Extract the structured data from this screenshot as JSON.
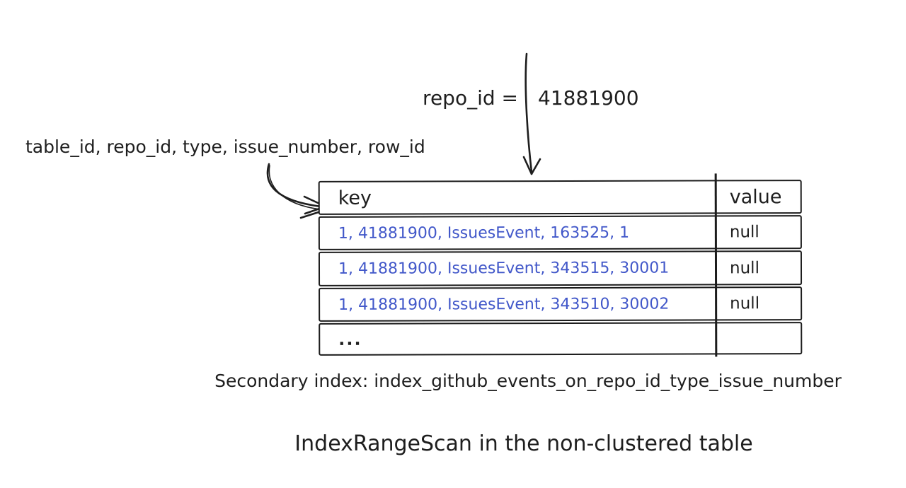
{
  "diagram": {
    "filter": {
      "lhs": "repo_id =",
      "value": "41881900"
    },
    "key_columns_label": "table_id, repo_id, type, issue_number, row_id",
    "index_table": {
      "headers": [
        "key",
        "value"
      ],
      "rows": [
        {
          "key": "1, 41881900, IssuesEvent, 163525, 1",
          "value": "null"
        },
        {
          "key": "1, 41881900, IssuesEvent, 343515, 30001",
          "value": "null"
        },
        {
          "key": "1, 41881900, IssuesEvent, 343510, 30002",
          "value": "null"
        },
        {
          "key": "...",
          "value": ""
        }
      ]
    },
    "caption": "Secondary index: index_github_events_on_repo_id_type_issue_number",
    "title": "IndexRangeScan in the non-clustered table",
    "icons": {
      "down_arrow": "down-arrow",
      "curved_arrow": "curved-right-arrow"
    },
    "colors": {
      "ink": "#1e1e1e",
      "key_text": "#4157c9",
      "background": "#ffffff"
    }
  }
}
